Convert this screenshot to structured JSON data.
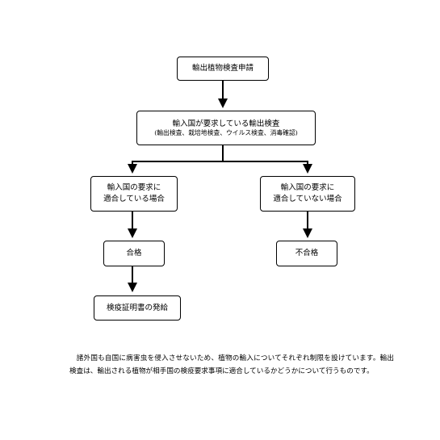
{
  "flowchart": {
    "start": "輸出植物検査申請",
    "requirement": {
      "title": "輸入国が要求している輸出検査",
      "detail": "(輸出検査、栽培地検査、ウイルス検査、消毒確認)"
    },
    "branch_yes": {
      "line1": "輸入国の要求に",
      "line2": "適合している場合"
    },
    "branch_no": {
      "line1": "輸入国の要求に",
      "line2": "適合していない場合"
    },
    "pass": "合格",
    "fail": "不合格",
    "certificate": "検疫証明書の発給"
  },
  "note": "　諸外国も自国に病害虫を侵入させないため、植物の輸入についてそれぞれ制限を設けています。輸出検査は、輸出される植物が相手国の検疫要求事項に適合しているかどうかについて行うものです。"
}
